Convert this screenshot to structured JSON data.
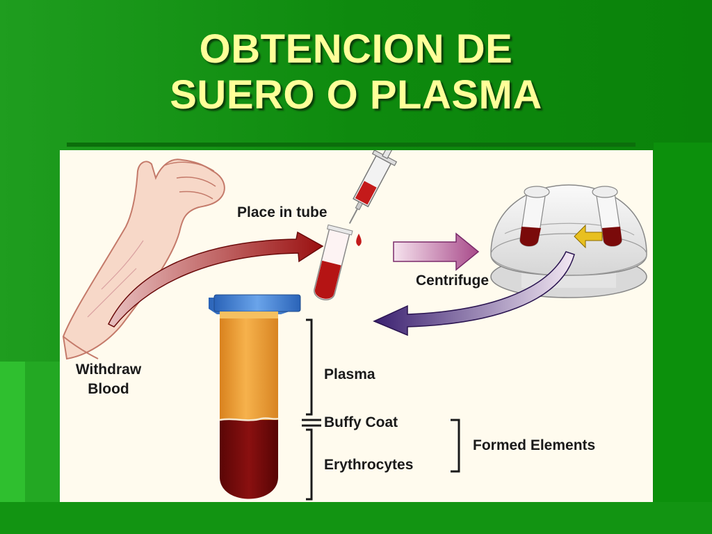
{
  "slide": {
    "title_line1": "OBTENCION DE",
    "title_line2": "SUERO O PLASMA"
  },
  "diagram": {
    "labels": {
      "place_in_tube": "Place in tube",
      "centrifuge": "Centrifuge",
      "withdraw_line1": "Withdraw",
      "withdraw_line2": "Blood",
      "plasma": "Plasma",
      "buffy_coat": "Buffy Coat",
      "erythrocytes": "Erythrocytes",
      "formed_elements": "Formed Elements"
    },
    "colors": {
      "background_green": "#0a8a0a",
      "title_yellow": "#ffff99",
      "plasma_orange": "#f0a43c",
      "erythrocytes_red": "#7a0a0a",
      "tube_cap_blue": "#3f7fd0",
      "arrow_red": "#a01818",
      "arrow_purple": "#4a2a7a"
    },
    "icons": [
      "arm-icon",
      "syringe-icon",
      "test-tube-icon",
      "centrifuge-icon",
      "separated-tube-icon"
    ]
  }
}
